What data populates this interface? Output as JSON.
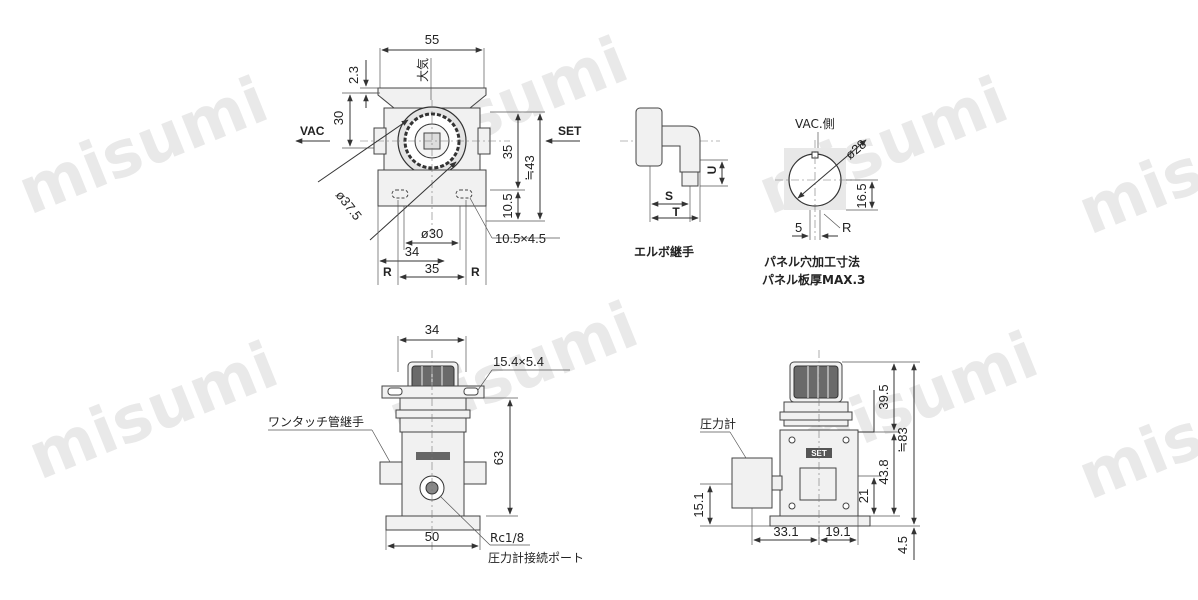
{
  "watermark": "misumi",
  "view_top": {
    "dim_width": "55",
    "dim_2_3": "2.3",
    "dim_30": "30",
    "label_exhaust": "大気",
    "label_vac": "VAC",
    "label_set": "SET",
    "dim_35_v": "35",
    "dim_43": "≒43",
    "dim_10_5": "10.5",
    "dim_dia37_5": "ø37.5",
    "dim_dia30": "ø30",
    "dim_slot": "10.5×4.5",
    "dim_34": "34",
    "dim_35_h": "35",
    "label_r1": "R",
    "label_r2": "R"
  },
  "view_elbow": {
    "label_u": "U",
    "label_s": "S",
    "label_t": "T",
    "caption": "エルボ継手"
  },
  "view_panel": {
    "label_vac_side": "VAC.側",
    "dim_dia28": "ø28",
    "dim_16_5": "16.5",
    "dim_5": "5",
    "label_r": "R",
    "caption_line1": "パネル穴加工寸法",
    "caption_line2": "パネル板厚MAX.3"
  },
  "view_front": {
    "dim_34": "34",
    "dim_slot": "15.4×5.4",
    "label_fitting": "ワンタッチ管継手",
    "dim_63": "63",
    "label_port_thread": "Rc1/8",
    "label_port_name": "圧力計接続ポート",
    "dim_50": "50"
  },
  "view_side": {
    "label_gauge": "圧力計",
    "dim_39_5": "39.5",
    "dim_83": "≒83",
    "dim_43_8": "43.8",
    "dim_21": "21",
    "dim_15_1": "15.1",
    "dim_33_1": "33.1",
    "dim_19_1": "19.1",
    "dim_4_5": "4.5",
    "label_set_marking": "SET"
  }
}
